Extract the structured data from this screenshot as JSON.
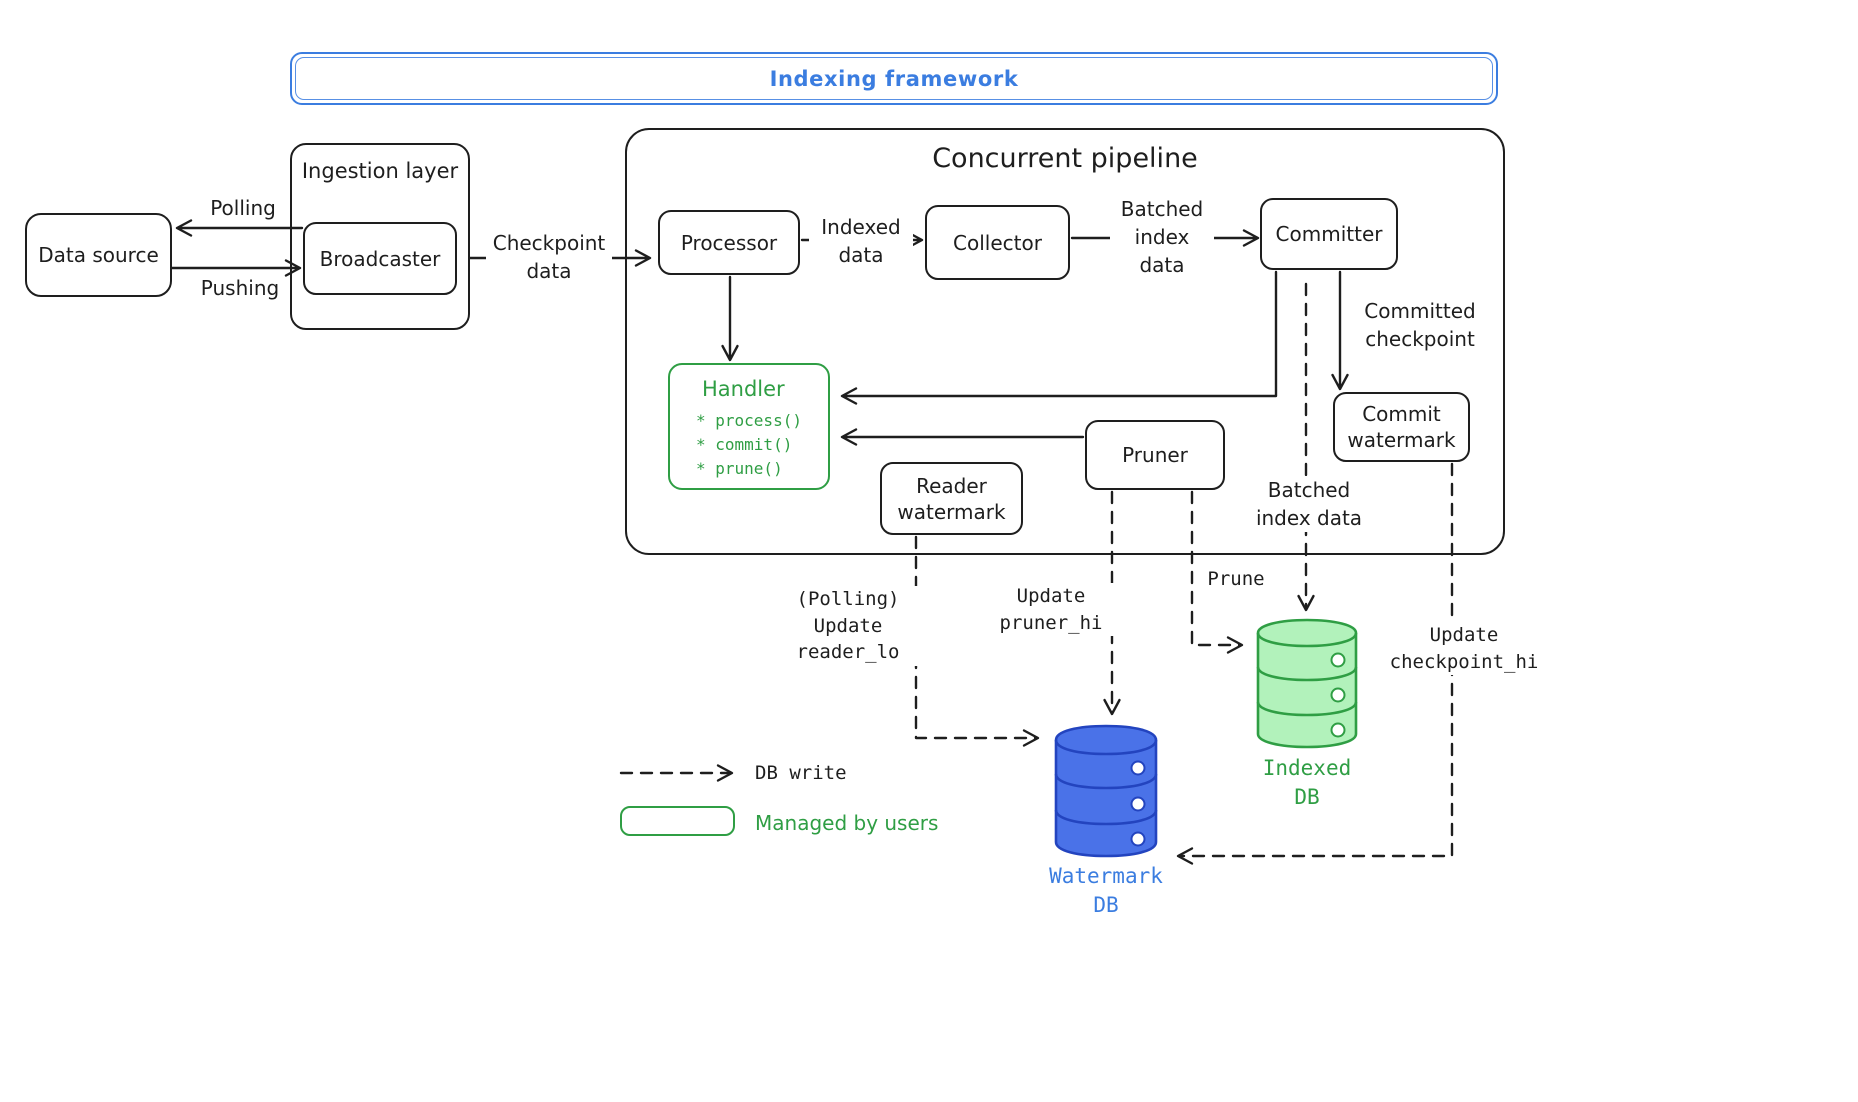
{
  "colors": {
    "ink": "#1e1e1e",
    "blue": "#3b7de0",
    "blue_fill": "#4a72e8",
    "blue_stroke": "#2344bf",
    "green": "#2f9e44",
    "green_fill": "#b2f2bb"
  },
  "banner": {
    "title": "Indexing framework"
  },
  "frames": {
    "ingestion_layer": "Ingestion layer",
    "concurrent_pipeline": "Concurrent pipeline"
  },
  "nodes": {
    "data_source": "Data source",
    "broadcaster": "Broadcaster",
    "processor": "Processor",
    "collector": "Collector",
    "committer": "Committer",
    "pruner": "Pruner",
    "reader_watermark": "Reader\nwatermark",
    "commit_watermark": "Commit\nwatermark",
    "handler": {
      "title": "Handler",
      "methods": [
        "* process()",
        "* commit()",
        "* prune()"
      ]
    }
  },
  "edges": {
    "polling": "Polling",
    "pushing": "Pushing",
    "checkpoint_data": "Checkpoint\ndata",
    "indexed_data": "Indexed\ndata",
    "batched_index_data": "Batched\nindex\ndata",
    "committed_checkpoint": "Committed\ncheckpoint",
    "polling_update_reader_lo": "(Polling)\nUpdate\nreader_lo",
    "update_pruner_hi": "Update\npruner_hi",
    "prune": "Prune",
    "batched_index_data_db": "Batched\nindex data",
    "update_checkpoint_hi": "Update\ncheckpoint_hi"
  },
  "databases": {
    "watermark_db": "Watermark\nDB",
    "indexed_db": "Indexed\nDB"
  },
  "legend": {
    "db_write": "DB write",
    "managed_by_users": "Managed by users"
  }
}
